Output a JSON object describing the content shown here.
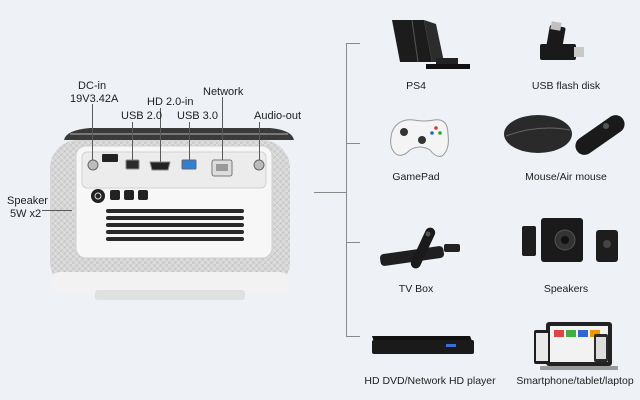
{
  "ports": {
    "dc_in": "DC-in",
    "dc_in_spec": "19V3.42A",
    "hdmi": "HD 2.0-in",
    "network": "Network",
    "usb2": "USB 2.0",
    "usb3": "USB 3.0",
    "audio_out": "Audio-out",
    "speaker": "Speaker",
    "speaker_spec": "5W x2"
  },
  "devices": [
    {
      "label": "PS4",
      "icon": "game-console-icon"
    },
    {
      "label": "USB flash disk",
      "icon": "usb-flash-disk-icon"
    },
    {
      "label": "GamePad",
      "icon": "gamepad-icon"
    },
    {
      "label": "Mouse/Air mouse",
      "icon": "mouse-icon"
    },
    {
      "label": "TV Box",
      "icon": "tv-box-icon"
    },
    {
      "label": "Speakers",
      "icon": "speakers-icon"
    },
    {
      "label": "HD DVD/Network HD player",
      "icon": "dvd-player-icon"
    },
    {
      "label": "Smartphone/tablet/laptop",
      "icon": "smart-devices-icon"
    }
  ],
  "colors": {
    "background": "#eef1f6",
    "usb3_blue": "#2f7fd6",
    "body_white": "#f4f4f4",
    "panel_grey": "#d9d9d9"
  }
}
